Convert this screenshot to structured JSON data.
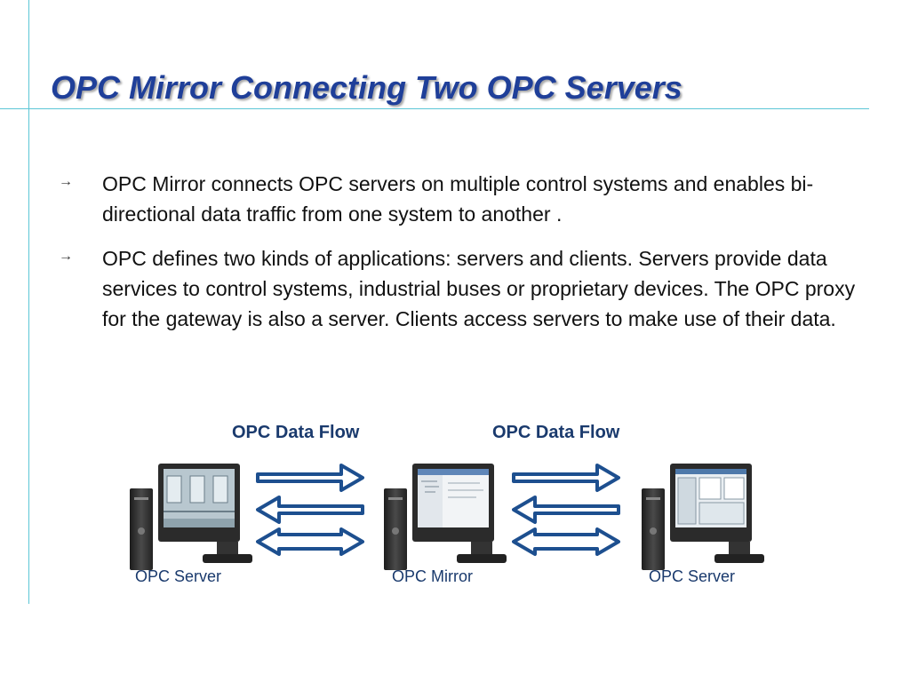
{
  "slide": {
    "title": "OPC Mirror Connecting Two OPC Servers",
    "bullet_icon": "right-arrow-icon",
    "bullets": [
      "OPC Mirror connects OPC servers on multiple control systems and enables bi-directional data traffic from one system to another .",
      "OPC defines two kinds of applications: servers and clients. Servers provide data services to control systems, industrial buses or proprietary devices. The OPC proxy for the gateway is also a server. Clients access servers to make use of their data."
    ]
  },
  "diagram": {
    "flow_labels": [
      "OPC Data Flow",
      "OPC Data Flow"
    ],
    "computers": [
      "OPC Server",
      "OPC Mirror",
      "OPC Server"
    ],
    "arrow_colors": {
      "outline": "#1d4f8f",
      "fill": "#ffffff"
    }
  },
  "colors": {
    "title": "#1f3f99",
    "rule": "#5cc6d6",
    "diagram_text": "#1a3a6d"
  }
}
